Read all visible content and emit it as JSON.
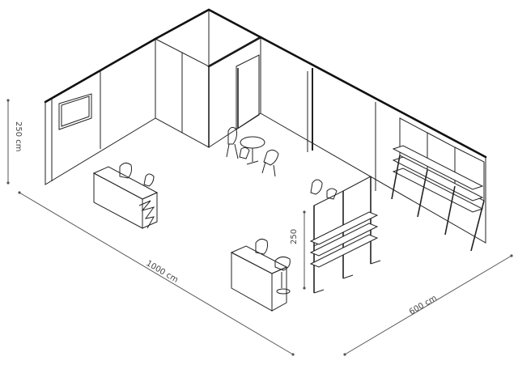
{
  "dimensions": {
    "height_label": "250 cm",
    "length_label": "1000 cm",
    "width_label": "600 cm",
    "shelf_height_label": "250"
  },
  "colors": {
    "line": "#222222",
    "dimension": "#555555",
    "background": "#ffffff"
  }
}
